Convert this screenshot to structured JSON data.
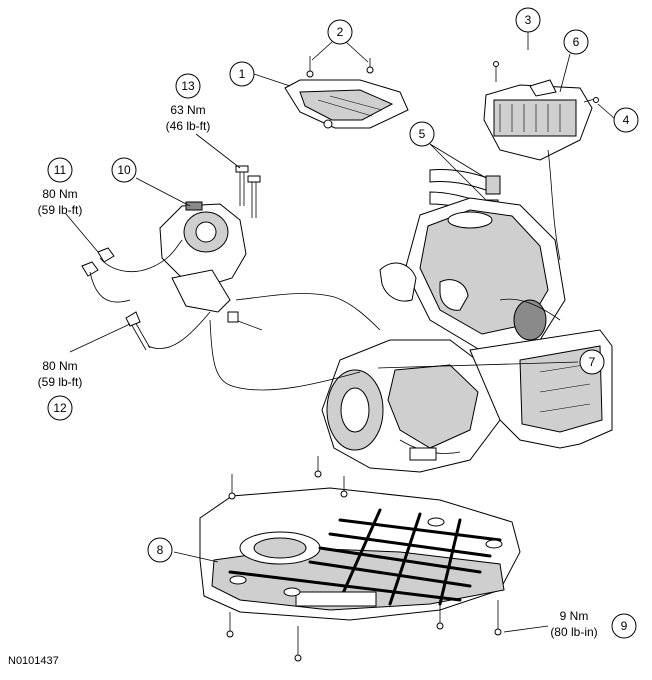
{
  "figure_id": "N0101437",
  "callouts": [
    {
      "number": "1"
    },
    {
      "number": "2"
    },
    {
      "number": "3"
    },
    {
      "number": "4"
    },
    {
      "number": "5"
    },
    {
      "number": "6"
    },
    {
      "number": "7"
    },
    {
      "number": "8"
    },
    {
      "number": "9",
      "torque_metric": "9 Nm",
      "torque_imperial": "(80 lb-in)"
    },
    {
      "number": "10"
    },
    {
      "number": "11",
      "torque_metric": "80 Nm",
      "torque_imperial": "(59 lb-ft)"
    },
    {
      "number": "12",
      "torque_metric": "80 Nm",
      "torque_imperial": "(59 lb-ft)"
    },
    {
      "number": "13",
      "torque_metric": "63 Nm",
      "torque_imperial": "(46 lb-ft)"
    }
  ]
}
